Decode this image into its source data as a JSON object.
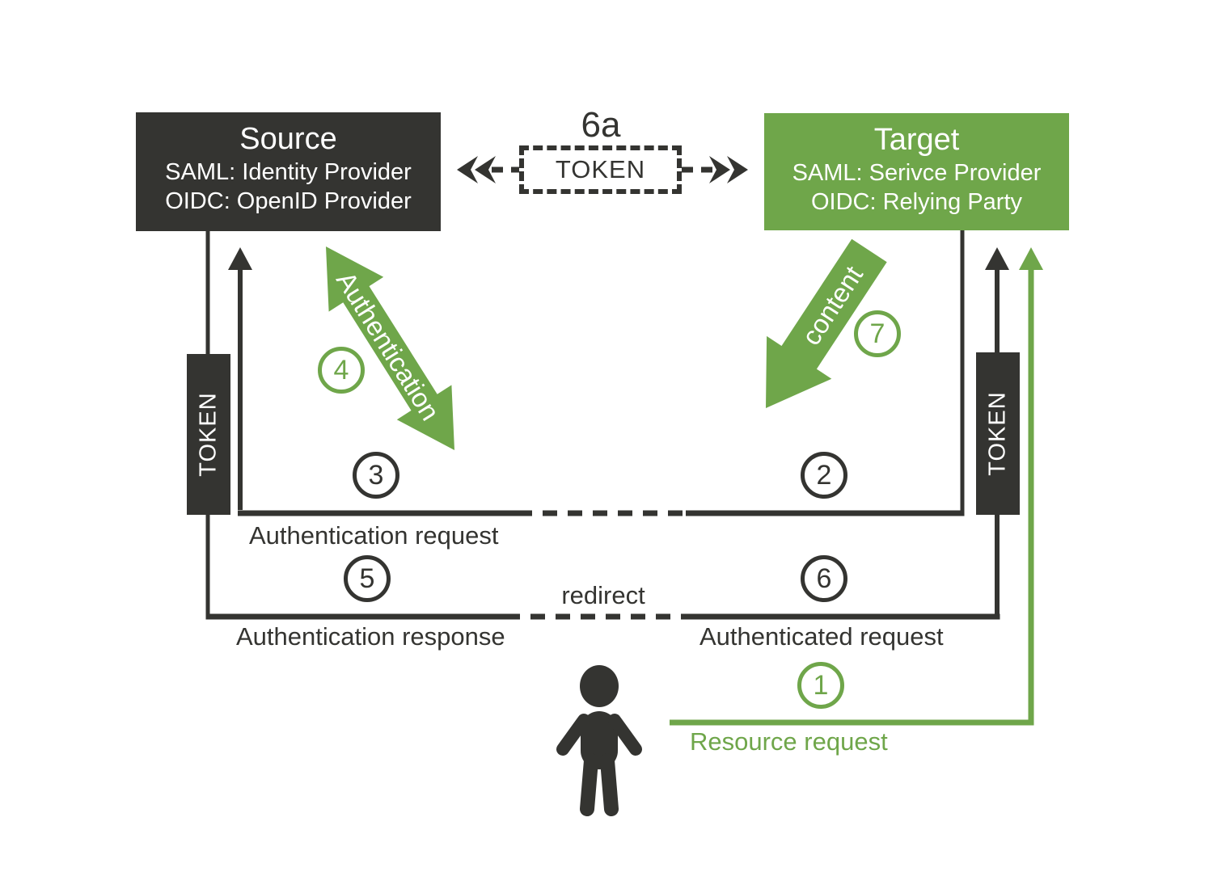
{
  "colors": {
    "green": "#6FA64A",
    "dark": "#343431",
    "background": "#FFFFFF"
  },
  "boxes": {
    "source": {
      "title": "Source",
      "saml": "SAML: Identity Provider",
      "oidc": "OIDC: OpenID Provider"
    },
    "target": {
      "title": "Target",
      "saml": "SAML: Serivce Provider",
      "oidc": "OIDC: Relying Party"
    },
    "token_exchange": {
      "step": "6a",
      "label": "TOKEN"
    },
    "token_left": {
      "label": "TOKEN"
    },
    "token_right": {
      "label": "TOKEN"
    }
  },
  "arrows": {
    "authentication": {
      "label": "Authentication",
      "step": "4"
    },
    "content": {
      "label": "content",
      "step": "7"
    }
  },
  "flows": {
    "resource_request": {
      "label": "Resource request",
      "step": "1"
    },
    "authentication_request": {
      "label": "Authentication request",
      "step_target": "2",
      "step_source": "3"
    },
    "redirect": {
      "label": "redirect"
    },
    "authentication_response": {
      "label": "Authentication response",
      "step": "5"
    },
    "authenticated_request": {
      "label": "Authenticated request",
      "step": "6"
    }
  },
  "icons": {
    "actor": "person-icon"
  }
}
